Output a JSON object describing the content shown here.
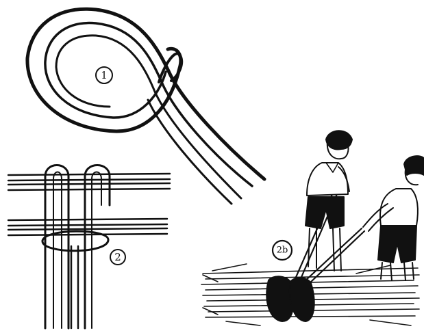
{
  "figure": {
    "panels": [
      {
        "id": "loop",
        "label": "1"
      },
      {
        "id": "hitch",
        "label": "2"
      },
      {
        "id": "bundle",
        "label": "2b"
      }
    ]
  }
}
